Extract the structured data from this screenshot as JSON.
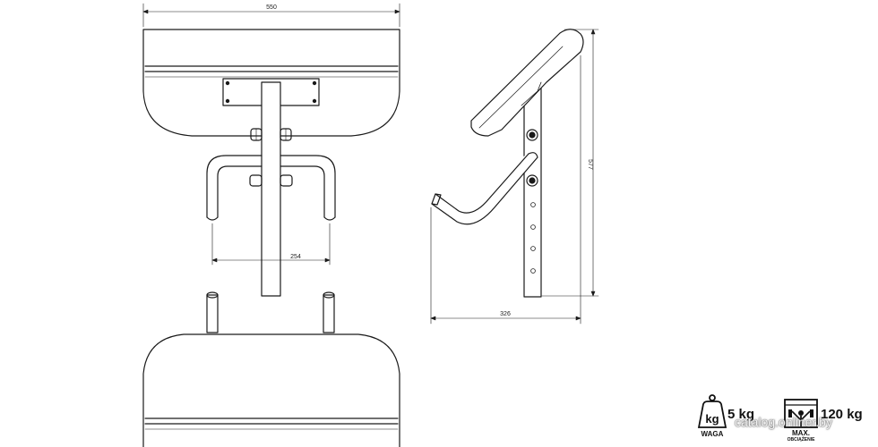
{
  "dimensions": {
    "overall_width": "550",
    "handle_spacing": "254",
    "depth": "326",
    "height": "577"
  },
  "specs": {
    "weight_icon_label": "kg",
    "weight_value": "5 kg",
    "weight_caption": "WAGA",
    "load_value": "120 kg",
    "load_caption_top": "MAX.",
    "load_caption_bottom": "OBCIĄŻENIE"
  },
  "watermark": "catalog.onliner.by",
  "colors": {
    "line": "#1a1a1a",
    "background": "#ffffff"
  }
}
